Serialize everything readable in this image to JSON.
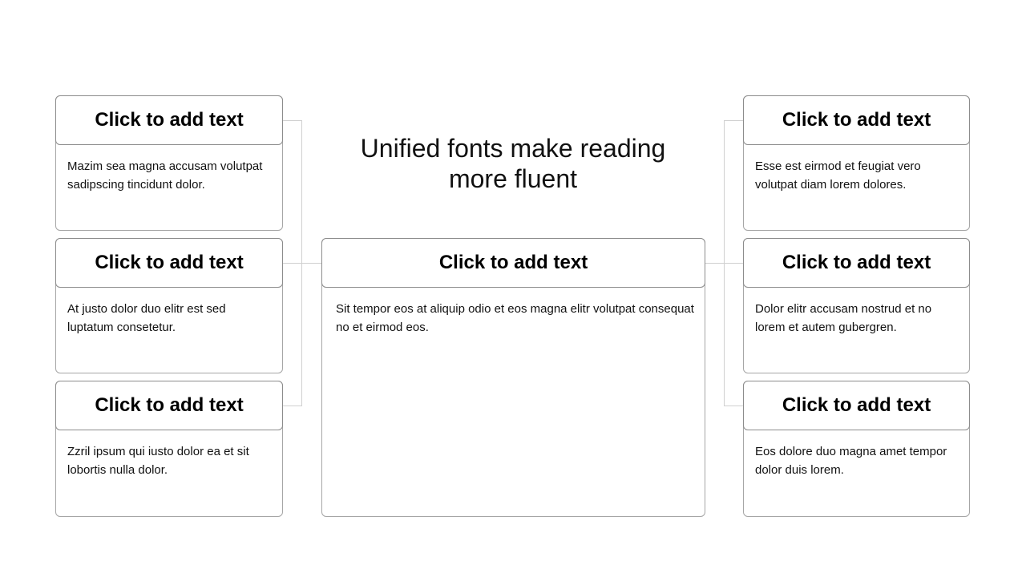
{
  "title": "Unified fonts make reading more fluent",
  "left_cards": [
    {
      "heading": "Click to add text",
      "body": "Mazim sea magna accusam volutpat sadipscing tincidunt dolor."
    },
    {
      "heading": "Click to add text",
      "body": "At justo dolor duo elitr est sed luptatum consetetur."
    },
    {
      "heading": "Click to add text",
      "body": "Zzril ipsum qui iusto dolor ea et sit lobortis nulla dolor."
    }
  ],
  "center_card": {
    "heading": "Click to add text",
    "body": "Sit tempor eos at aliquip odio et eos magna elitr volutpat consequat no et eirmod eos."
  },
  "right_cards": [
    {
      "heading": "Click to add text",
      "body": "Esse est eirmod et feugiat vero volutpat diam lorem dolores."
    },
    {
      "heading": "Click to add text",
      "body": "Dolor elitr accusam nostrud et no lorem et autem gubergren."
    },
    {
      "heading": "Click to add text",
      "body": "Eos dolore duo magna amet tempor dolor duis lorem."
    }
  ]
}
